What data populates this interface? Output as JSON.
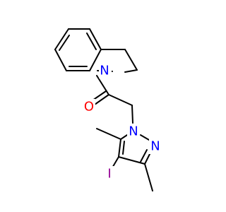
{
  "molecule": {
    "atoms": {
      "ring_nitrogen": {
        "symbol": "N",
        "color": "#0000ff"
      },
      "carbonyl_oxygen": {
        "symbol": "O",
        "color": "#ff0000"
      },
      "pyrazole_n1": {
        "symbol": "N",
        "color": "#0000ff"
      },
      "pyrazole_n2": {
        "symbol": "N",
        "color": "#0000ff"
      },
      "iodine": {
        "symbol": "I",
        "color": "#940094"
      }
    },
    "bond_color": "#000000"
  }
}
